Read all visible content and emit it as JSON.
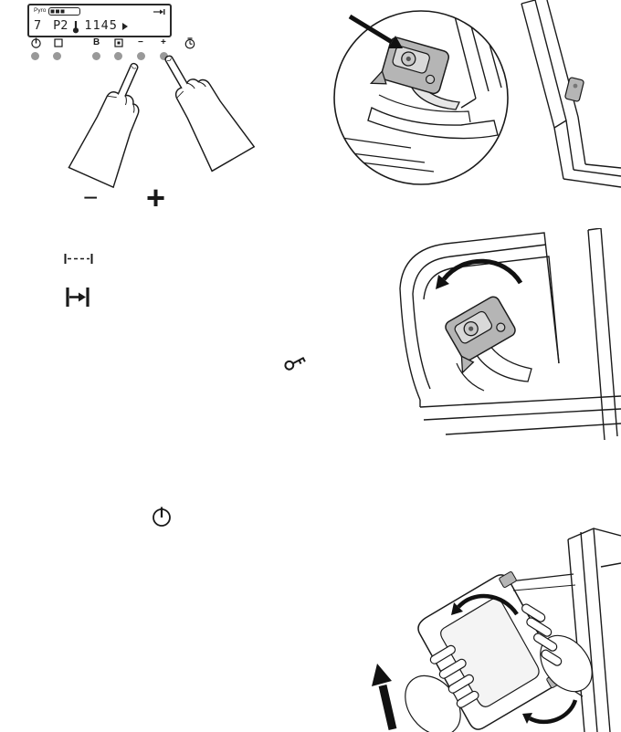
{
  "page": {
    "background": "#ffffff",
    "ink": "#1a1a1a"
  },
  "display": {
    "pyro_label": "Pyro",
    "digit": "7",
    "program": "P2",
    "time": "1145",
    "icons": [
      "pyro-progress-icon",
      "arrow-to-bar-icon",
      "thermometer-icon",
      "triangle-right-icon"
    ]
  },
  "button_row": {
    "boost_label": "B",
    "icons": [
      "power-icon",
      "square-icon",
      "boost-label",
      "square-dot-icon",
      "minus-icon",
      "plus-icon",
      "timer-clock-icon"
    ],
    "button_dot_color": "#999999",
    "button_count": 6
  },
  "symbols": {
    "minus": "−",
    "plus": "+",
    "icons": [
      "cook-duration-icon",
      "end-time-icon",
      "key-icon",
      "power-icon"
    ]
  },
  "illustrations": {
    "colors": {
      "metal": "#b5b5b5",
      "metal_light": "#d9d9d9",
      "line": "#1a1a1a"
    },
    "top_right": "door-hinge-lock-magnified",
    "middle_right": "hinge-lever-rotation",
    "bottom_right": "oven-door-removal"
  }
}
